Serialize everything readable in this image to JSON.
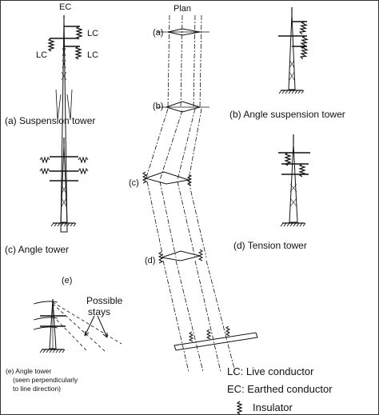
{
  "tower_labels": {
    "suspension": "(a) Suspension tower",
    "angle_suspension": "(b) Angle suspension tower",
    "angle": "(c) Angle tower",
    "tension": "(d) Tension tower",
    "angle_side_line1": "(e) Angle tower",
    "angle_side_line2": "(seen perpendicularly",
    "angle_side_line3": "to line direction)"
  },
  "conductor_labels": {
    "ec": "EC",
    "lc_right_top": "LC",
    "lc_left": "LC",
    "lc_right_bottom": "LC"
  },
  "plan": {
    "title": "Plan",
    "a": "(a)",
    "b": "(b)",
    "c": "(c)",
    "d": "(d)"
  },
  "stays": {
    "marker": "(e)",
    "line1": "Possible",
    "line2": "stays"
  },
  "legend": {
    "lc": "LC: Live conductor",
    "ec": "EC: Earthed conductor",
    "insulator": "Insulator"
  }
}
